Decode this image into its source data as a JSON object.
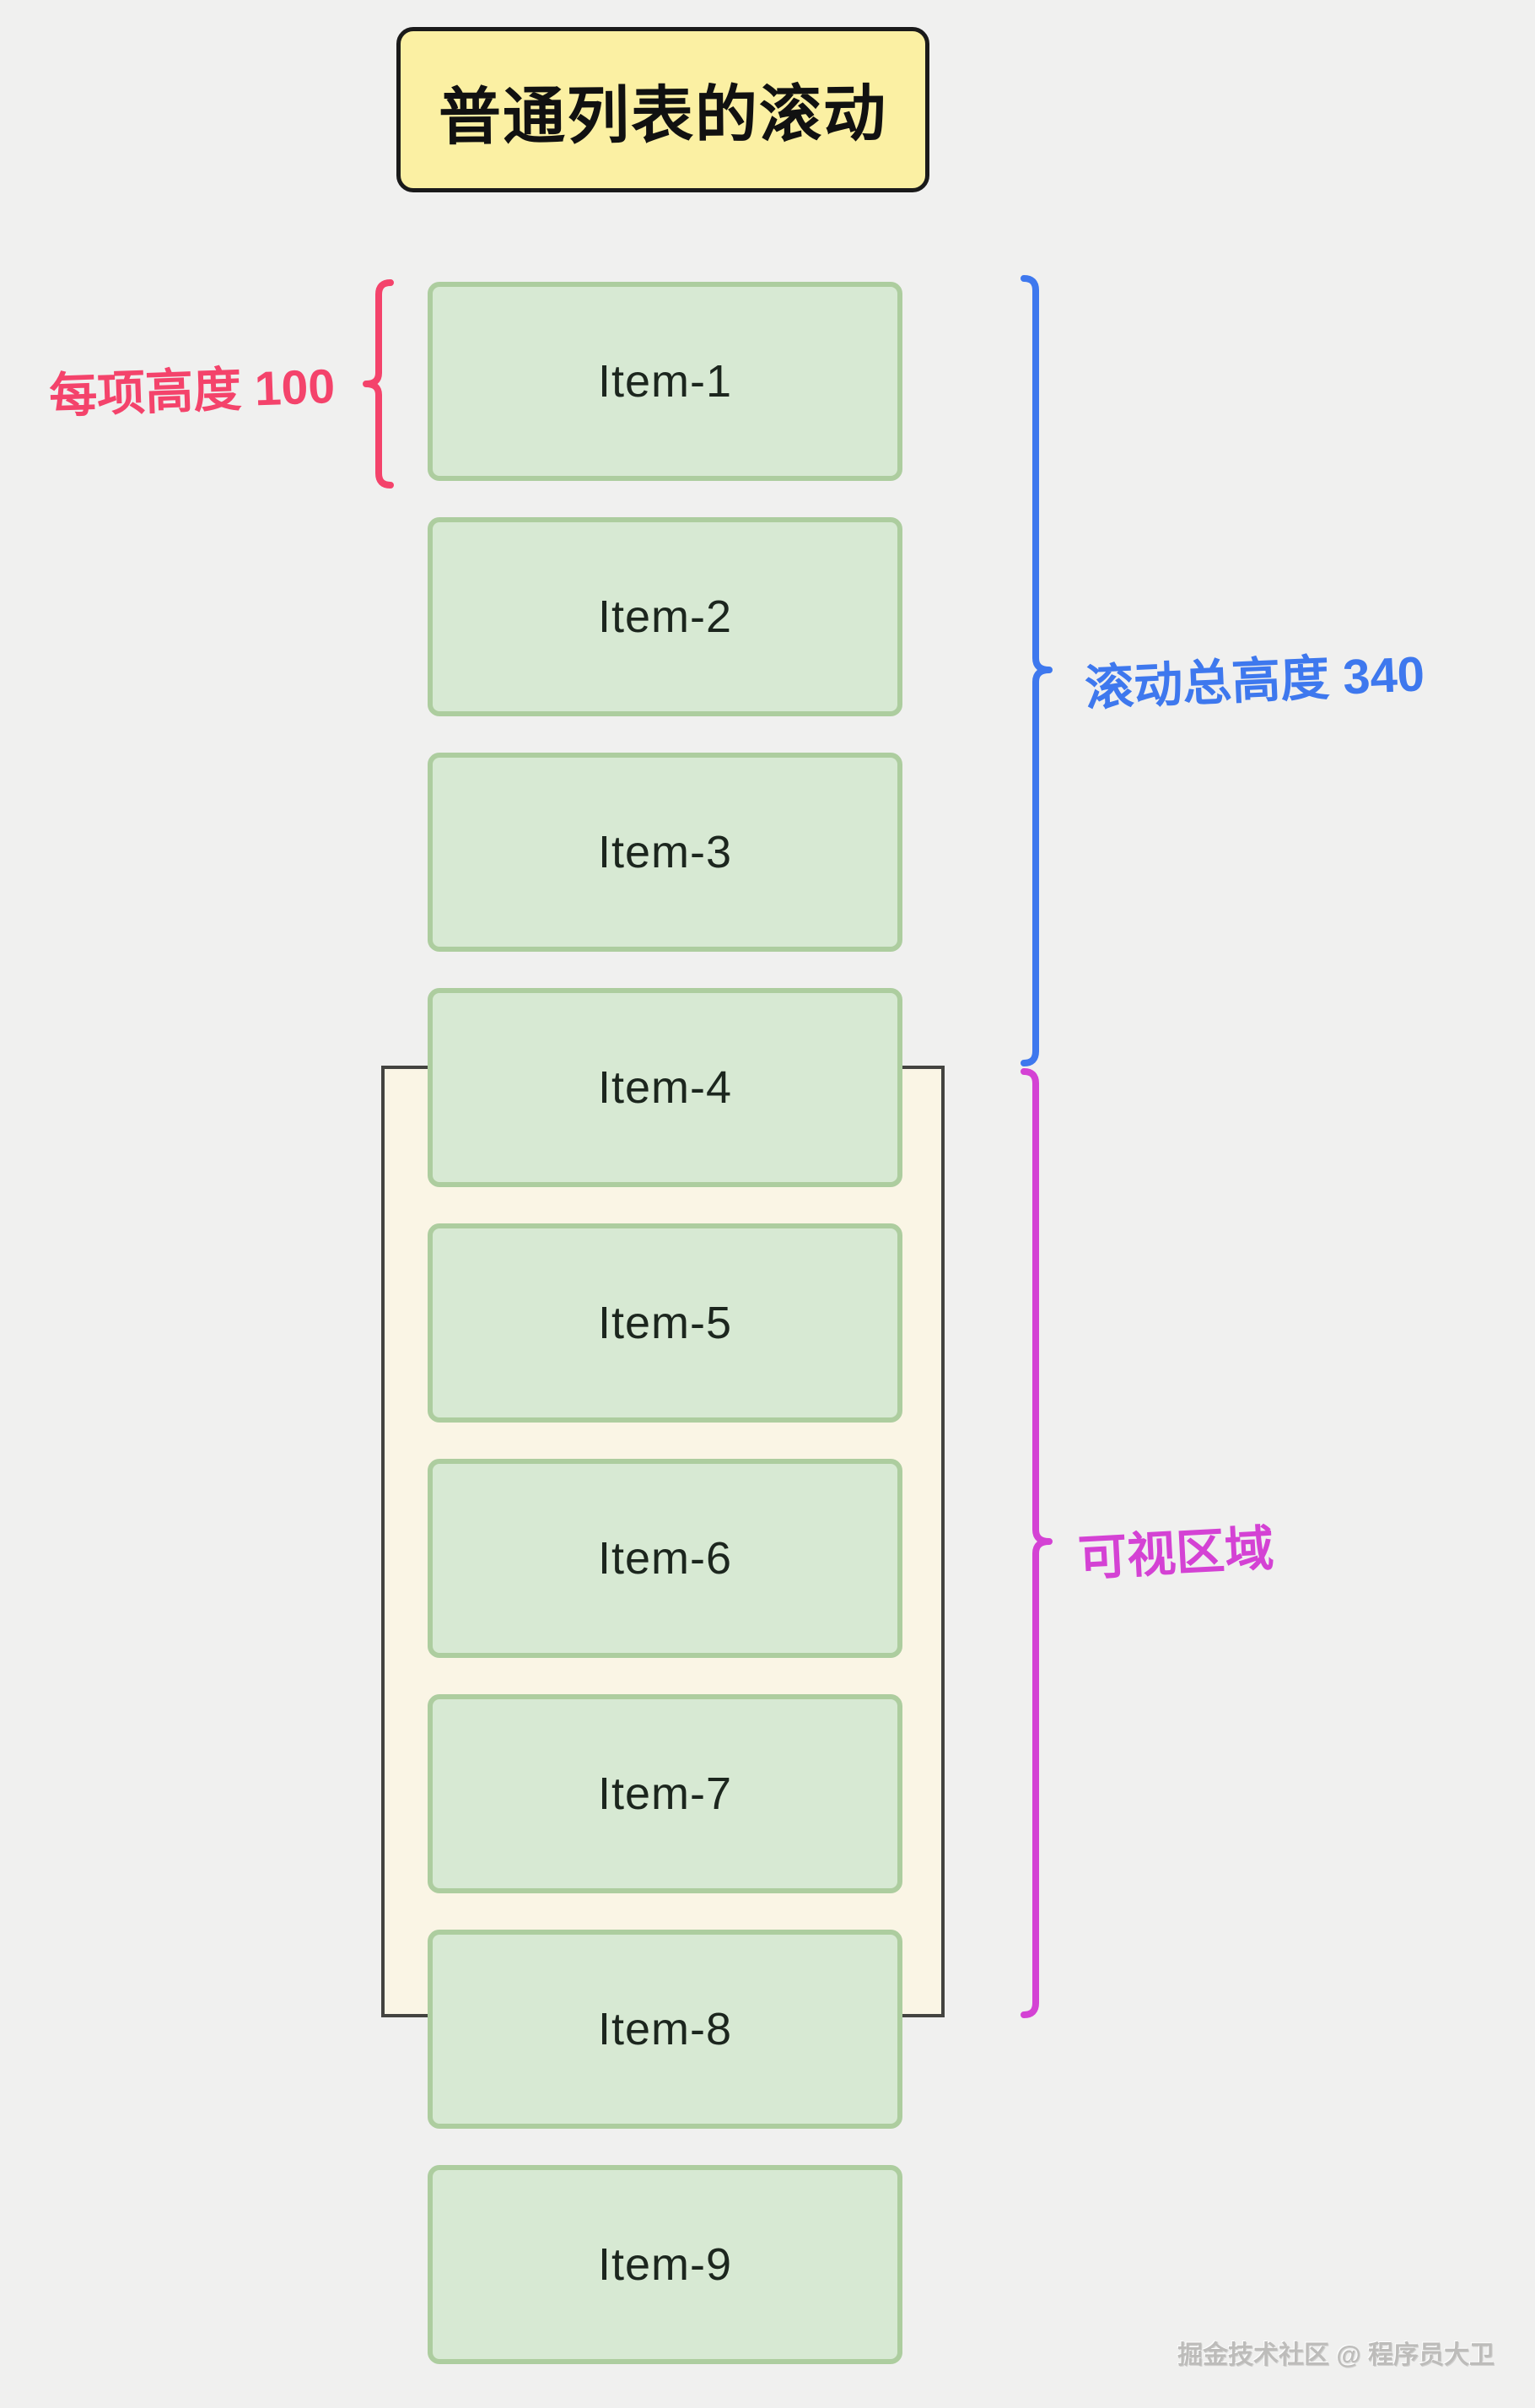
{
  "title": {
    "label": "普通列表的滚动"
  },
  "annotations": {
    "item_height": {
      "label": "每项高度 100",
      "color": "#F4436B"
    },
    "scroll_total": {
      "label": "滚动总高度 340",
      "color": "#3E78EE"
    },
    "viewport": {
      "label": "可视区域",
      "color": "#D442D4"
    }
  },
  "list": {
    "items": [
      {
        "label": "Item-1"
      },
      {
        "label": "Item-2"
      },
      {
        "label": "Item-3"
      },
      {
        "label": "Item-4"
      },
      {
        "label": "Item-5"
      },
      {
        "label": "Item-6"
      },
      {
        "label": "Item-7"
      },
      {
        "label": "Item-8"
      },
      {
        "label": "Item-9"
      }
    ]
  },
  "watermark": {
    "label": "掘金技术社区 @ 程序员大卫"
  },
  "colors": {
    "background": "#F0F0EF",
    "title_fill": "#FBF0A3",
    "title_border": "#1A1A1A",
    "item_fill": "#D7E9D3",
    "item_border": "#ADCD9F",
    "item_text": "#1C261E",
    "viewport_fill": "#FAF5E5",
    "viewport_border": "#434340",
    "accent_red": "#F4436B",
    "accent_blue": "#3E78EE",
    "accent_magenta": "#D442D4",
    "watermark_text": "#BDBCBA"
  }
}
